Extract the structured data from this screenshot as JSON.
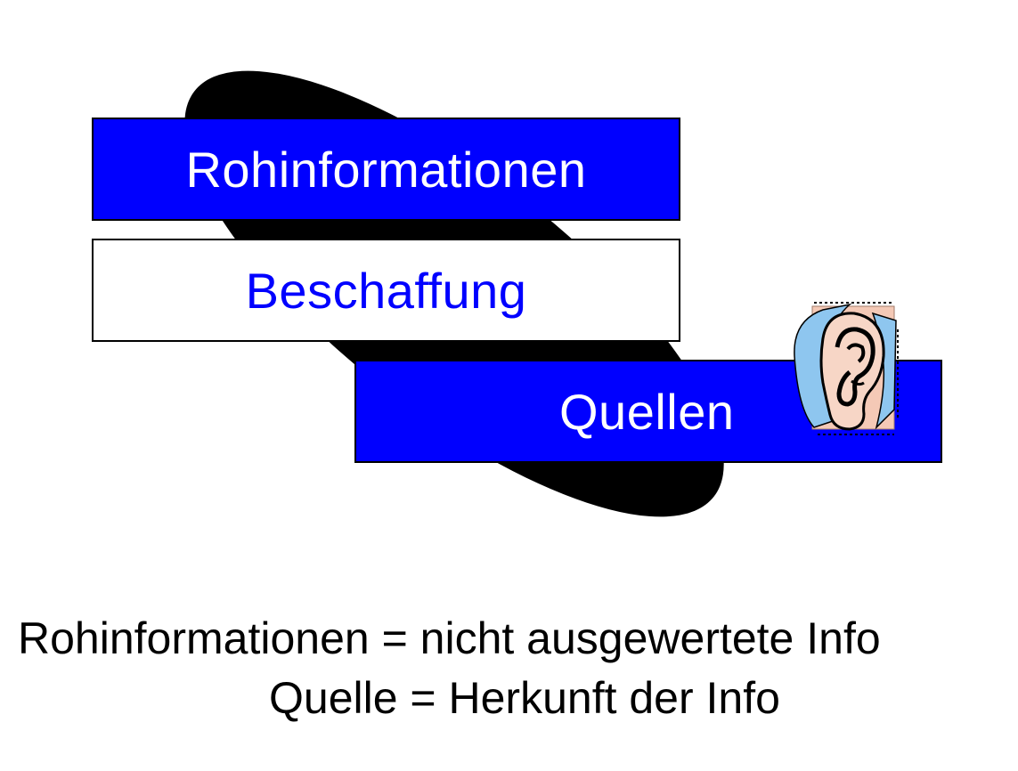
{
  "diagram": {
    "boxes": {
      "rohinformationen": "Rohinformationen",
      "beschaffung": "Beschaffung",
      "quellen": "Quellen"
    },
    "colors": {
      "blue": "#0000ff",
      "white": "#ffffff",
      "black": "#000000",
      "ear_skin": "#f4c9b6",
      "ear_blue": "#8ec6ef"
    },
    "icons": [
      "ear-icon"
    ]
  },
  "captions": {
    "line1": "Rohinformationen = nicht ausgewertete Info",
    "line2": "Quelle = Herkunft der Info"
  }
}
